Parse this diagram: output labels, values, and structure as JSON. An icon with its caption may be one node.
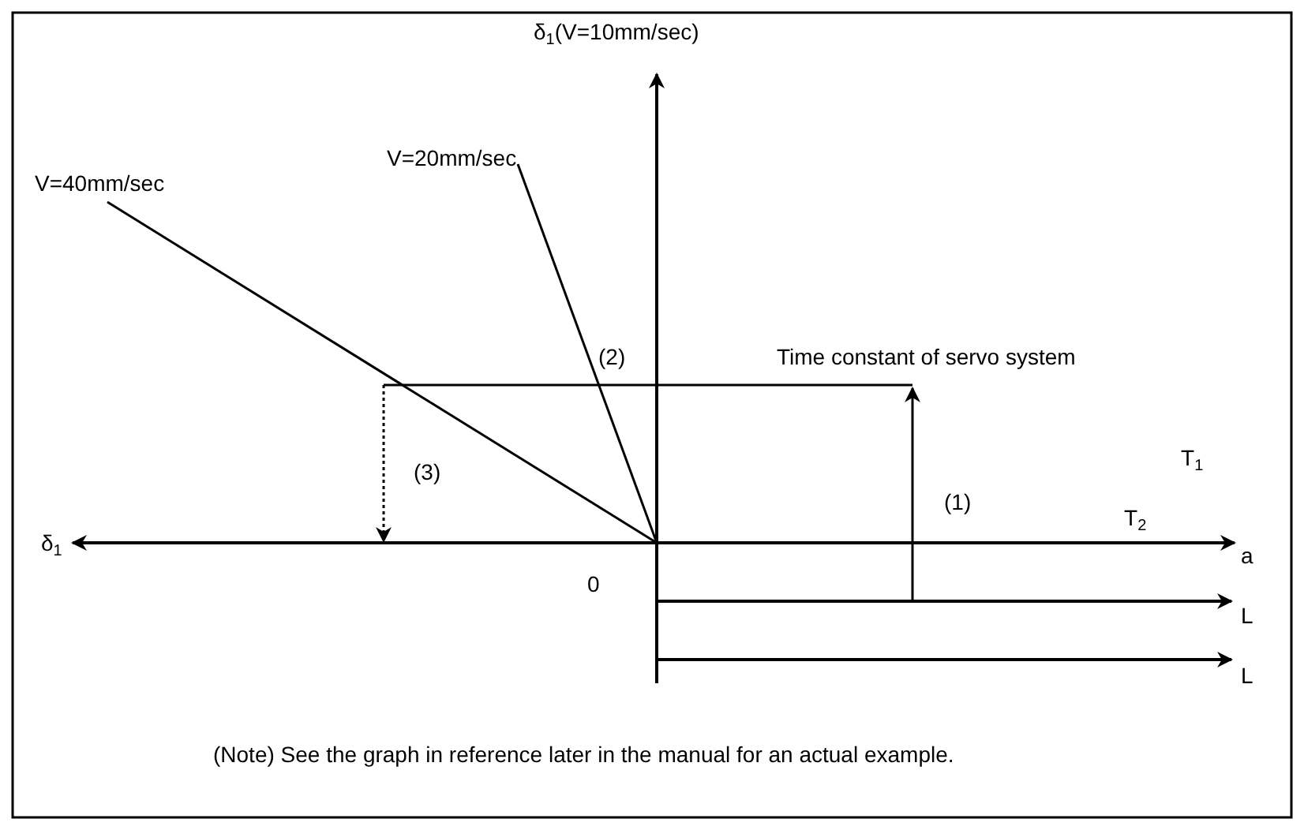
{
  "diagram": {
    "labels": [
      "δ$_{1}$(V=10mm/sec)",
      "V=20mm/sec",
      "V=40mm/sec",
      "Time constant of servo system",
      "(2)",
      "T$_{1}$",
      "(3)",
      "(1)",
      "δ$_{1}$",
      "T$_{2}$",
      "a",
      "0",
      "L",
      "L",
      "(Note) See the graph in reference later in the manual for an actual example."
    ]
  }
}
